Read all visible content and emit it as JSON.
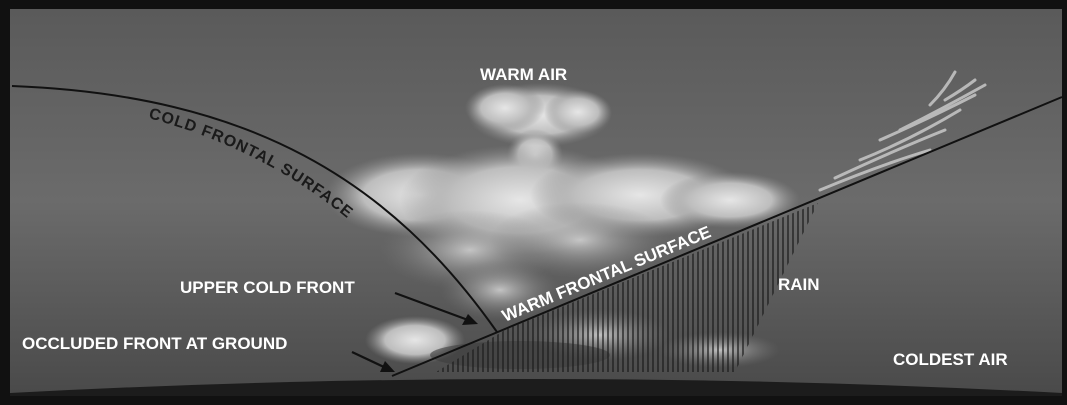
{
  "labels": {
    "warm_air": "WARM AIR",
    "cold_frontal_surface": "COLD FRONTAL SURFACE",
    "warm_frontal_surface": "WARM FRONTAL SURFACE",
    "upper_cold_front": "UPPER COLD FRONT",
    "occluded_front": "OCCLUDED FRONT AT GROUND",
    "rain": "RAIN",
    "coldest_air": "COLDEST AIR"
  }
}
